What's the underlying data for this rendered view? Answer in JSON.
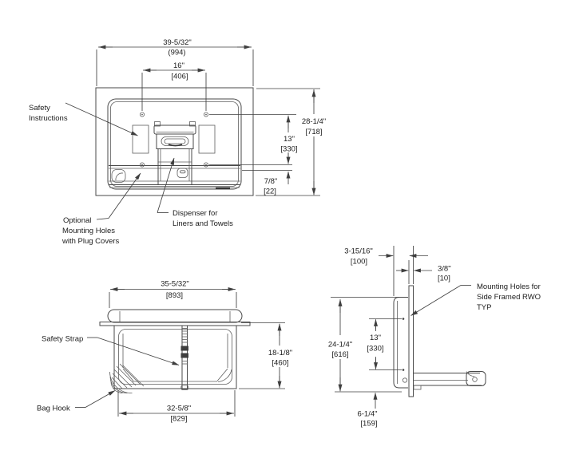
{
  "drawing": {
    "type": "technical-drawing",
    "subject": "recessed-baby-changing-station",
    "front_view": {
      "dim_overall_width": {
        "in": "39-5/32\"",
        "mm": "(994)"
      },
      "dim_hole_spacing_h": {
        "in": "16\"",
        "mm": "[406]"
      },
      "dim_overall_height": {
        "in": "28-1/4\"",
        "mm": "[718]"
      },
      "dim_hole_spacing_v": {
        "in": "13\"",
        "mm": "[330]"
      },
      "dim_tray_offset": {
        "in": "7/8\"",
        "mm": "[22]"
      },
      "label_safety": {
        "line1": "Safety",
        "line2": "Instructions"
      },
      "label_optional": {
        "line1": "Optional",
        "line2": "Mounting Holes",
        "line3": "with Plug Covers"
      },
      "label_dispenser": {
        "line1": "Dispenser for",
        "line2": "Liners and Towels"
      }
    },
    "open_view": {
      "dim_top_width": {
        "in": "35-5/32\"",
        "mm": "[893]"
      },
      "dim_height": {
        "in": "18-1/8\"",
        "mm": "[460]"
      },
      "dim_bed_width": {
        "in": "32-5/8\"",
        "mm": "[829]"
      },
      "label_strap": "Safety Strap",
      "label_hook": "Bag Hook"
    },
    "side_view": {
      "dim_recess_depth": {
        "in": "3-15/16\"",
        "mm": "[100]"
      },
      "dim_flange": {
        "in": "3/8\"",
        "mm": "[10]"
      },
      "dim_overall_height": {
        "in": "24-1/4\"",
        "mm": "[616]"
      },
      "dim_hole_spacing": {
        "in": "13\"",
        "mm": "[330]"
      },
      "dim_bottom": {
        "in": "6-1/4\"",
        "mm": "[159]"
      },
      "label_mounting": {
        "line1": "Mounting Holes for",
        "line2": "Side Framed RWO",
        "line3": "TYP"
      }
    },
    "colors": {
      "line": "#4a4a4a",
      "dim_line": "#3f3f3f",
      "text": "#1c1c1c",
      "background": "#ffffff"
    }
  }
}
